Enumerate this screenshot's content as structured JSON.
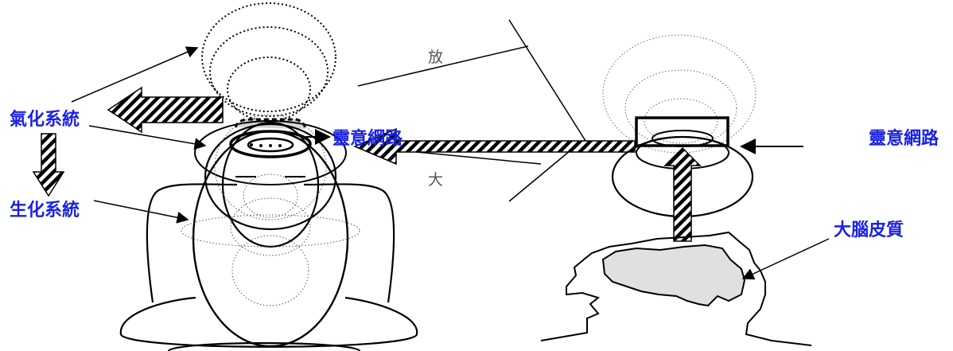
{
  "labels": {
    "qihua": "氣化系統",
    "shenghua": "生化系統",
    "lingyi_left": "靈意網路",
    "lingyi_right": "靈意網路",
    "fang": "放",
    "da": "大",
    "danao": "大腦皮質"
  },
  "colors": {
    "label_blue": "#1a22e6",
    "stroke": "#000000",
    "cortex_fill": "#e0e0e0",
    "gray_text": "#555555"
  }
}
